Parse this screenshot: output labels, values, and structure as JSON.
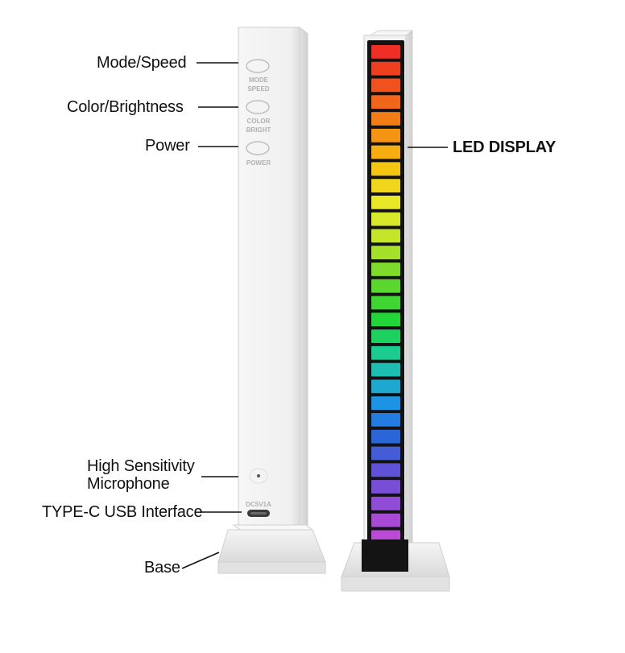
{
  "callouts": {
    "mode_speed": "Mode/Speed",
    "color_brightness": "Color/Brightness",
    "power": "Power",
    "microphone_line1": "High Sensitivity",
    "microphone_line2": "Microphone",
    "usb": "TYPE-C USB Interface",
    "base": "Base",
    "led_display": "LED DISPLAY"
  },
  "device_labels": {
    "mode_line1": "MODE",
    "mode_line2": "SPEED",
    "color_line1": "COLOR",
    "color_line2": "BRIGHT",
    "power": "POWER",
    "usb_rating": "DC5V1A"
  },
  "led_segment_count": 31,
  "led_gradient_colors": [
    "#ef2e24",
    "#f0561c",
    "#f58a12",
    "#f5c412",
    "#e9ea2a",
    "#b7e42a",
    "#5fd62c",
    "#1ed63a",
    "#1cc8a4",
    "#1c98e6",
    "#2a64d8",
    "#6a4fd8",
    "#a24ad6",
    "#d24ad6"
  ],
  "colors": {
    "body": "#f2f2f2",
    "body_shade": "#dcdcdc",
    "outline": "#c8c8c8",
    "label_text": "#111111"
  }
}
